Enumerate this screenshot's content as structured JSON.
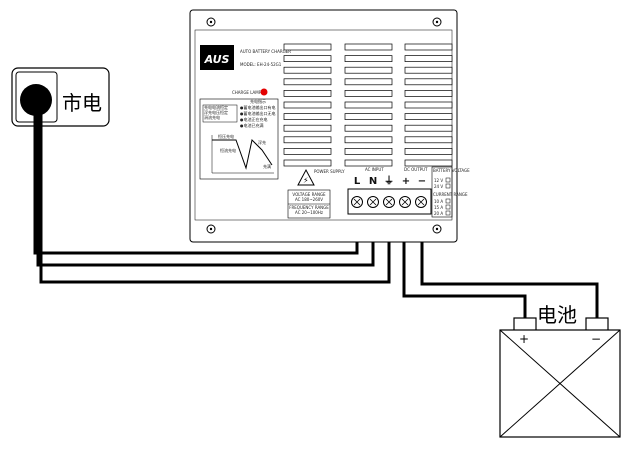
{
  "power_source_label": "市电",
  "battery_label": "电池",
  "battery_plus": "+",
  "battery_minus": "−",
  "charger": {
    "logo_text": "AUS",
    "model_title": "AUTO BATTERY CHARGER",
    "model_no": "MODEL: EH-24-52G1",
    "charge_lamp_label": "CHARGE LAMP",
    "table_title": "充电指示",
    "status_rows": [
      "充电电流恒定",
      "浮充电压恒定",
      "涓流充电",
      "电池充满"
    ],
    "notes": [
      "●蓄电池输出口有电",
      "●蓄电池输出口无电",
      "●电池正在充电",
      "●电池已充满"
    ],
    "curve_labels": [
      "恒压充电",
      "恒流充电",
      "浮充",
      "充满"
    ],
    "power_supply_label": "POWER SUPPLY",
    "voltage_range_label": "VOLTAGE RANGE",
    "voltage_range_value": "AC 180~260V",
    "frequency_range_label": "FREQUENCY RANGE",
    "frequency_range_value": "AC 20~100Hz",
    "ac_input_label": "AC INPUT",
    "dc_output_label": "DC OUTPUT",
    "terminals": [
      "L",
      "N",
      "⏚",
      "+",
      "−"
    ],
    "battery_voltage_label": "BATTERY VOLTAGE",
    "voltage_options": [
      "12 V",
      "24 V"
    ],
    "current_label": "CURRENT RANGE",
    "current_options": [
      "10 A",
      "15 A",
      "20 A"
    ]
  }
}
